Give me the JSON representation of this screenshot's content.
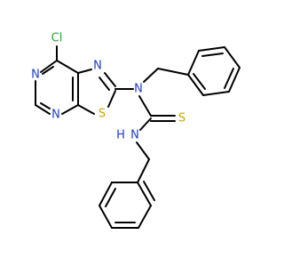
{
  "molecule": {
    "atoms": [
      {
        "id": "cl",
        "element": "Cl",
        "color": "#2ca02c"
      },
      {
        "id": "n_pyr_top",
        "element": "N",
        "color": "#1f3ccf"
      },
      {
        "id": "n_pyr_bot",
        "element": "N",
        "color": "#1f3ccf"
      },
      {
        "id": "n_thz",
        "element": "N",
        "color": "#1f3ccf"
      },
      {
        "id": "s_thz",
        "element": "S",
        "color": "#c9a800"
      },
      {
        "id": "n_amide",
        "element": "N",
        "color": "#1f3ccf"
      },
      {
        "id": "s_thione",
        "element": "S",
        "color": "#c9a800"
      },
      {
        "id": "nh",
        "element": "N",
        "h": "H",
        "color": "#1f3ccf"
      }
    ]
  }
}
